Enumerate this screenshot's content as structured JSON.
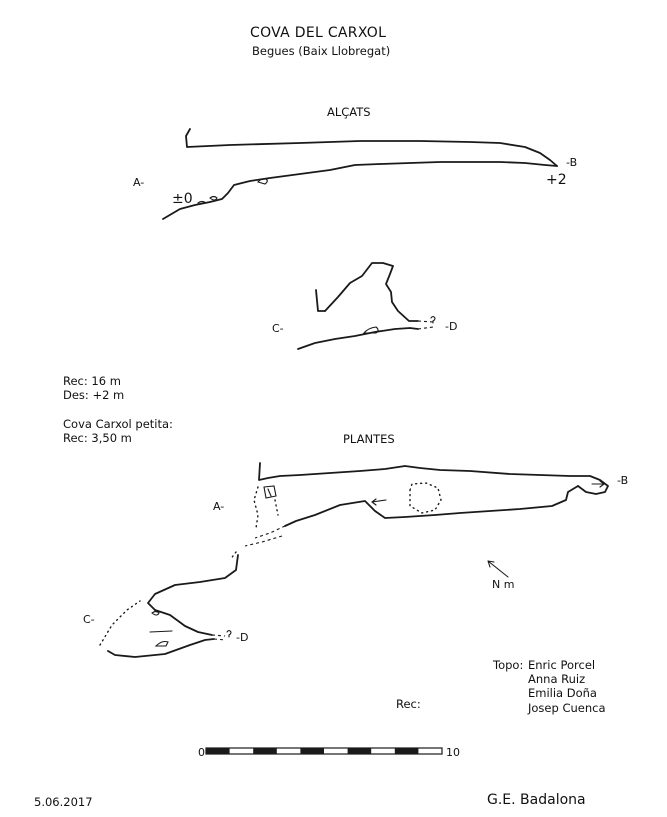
{
  "header": {
    "title": "COVA DEL CARXOL",
    "subtitle": "Begues (Baix Llobregat)"
  },
  "elevations": {
    "heading": "ALÇATS",
    "label_a": "A-",
    "label_b": "-B",
    "level_start": "±0",
    "level_end": "+2",
    "label_c": "C-",
    "label_d": "-D"
  },
  "stats": {
    "route": "Rec: 16 m",
    "depth": "Des: +2 m",
    "small_cave_name": "Cova Carxol petita:",
    "small_cave_route": "Rec: 3,50 m"
  },
  "plans": {
    "heading": "PLANTES",
    "label_a": "A-",
    "label_b": "-B",
    "label_c": "C-",
    "label_d": "-D",
    "north": "N m"
  },
  "credits": {
    "topo_label": "Topo:",
    "surveyors": [
      "Enric Porcel",
      "Anna Ruiz",
      "Emilia Doña",
      "Josep Cuenca"
    ],
    "rec_label": "Rec:"
  },
  "scale": {
    "start": "0",
    "end": "10"
  },
  "footer": {
    "date": "5.06.2017",
    "group": "G.E. Badalona"
  }
}
